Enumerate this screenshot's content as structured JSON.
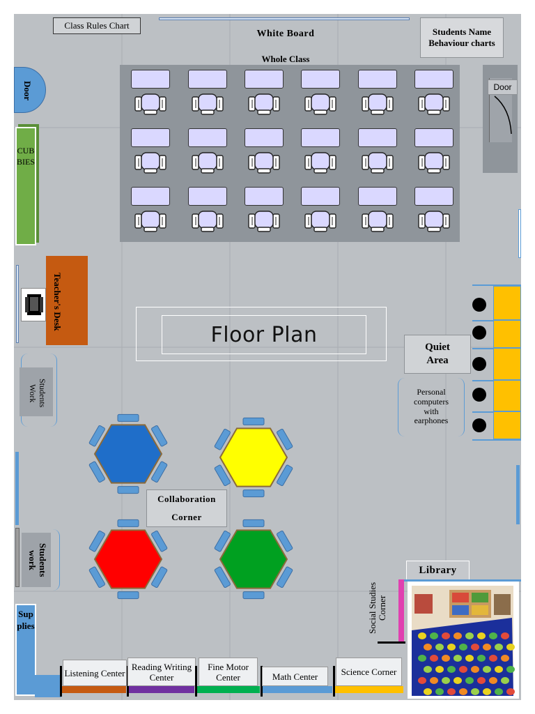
{
  "labels": {
    "class_rules_chart": "Class Rules Chart",
    "white_board": "White Board",
    "whole_class": "Whole Class",
    "students_name_chart": "Students Name Behaviour charts",
    "door_left": "Door",
    "door_right": "Door",
    "cubbies": "CUBBIES",
    "teachers_desk": "Teacher's Desk",
    "floor_plan": "Floor Plan",
    "quiet_area": "Quiet Area",
    "personal_computers": "Personal computers with earphones",
    "students_work_1": "Students Work",
    "students_work_2": "Students work",
    "collaboration_corner_1": "Collaboration",
    "collaboration_corner_2": "Corner",
    "library": "Library",
    "social_studies_corner": "Social Studies Corner",
    "supplies": "Supplies"
  },
  "centers": [
    {
      "label": "Listening Center",
      "color": "#c55a11"
    },
    {
      "label": "Reading Writing Center",
      "color": "#7030a0"
    },
    {
      "label": "Fine Motor Center",
      "color": "#00b050"
    },
    {
      "label": "Math Center",
      "color": "#5b9bd5"
    },
    {
      "label": "Science Corner",
      "color": "#ffc000"
    }
  ],
  "colors": {
    "floor": "#bcc0c4",
    "desk_fill": "#dad8ff",
    "cubbies": "#70ad47",
    "teachers_desk": "#c55a11",
    "door": "#5b9bd5",
    "quiet_strip": "#ffc000",
    "table_blue": "#1f6ec9",
    "table_yellow": "#ffff00",
    "table_red": "#ff0000",
    "table_green": "#00a020",
    "social_studies_bar": "#e040b0"
  },
  "icons": {
    "chair": "office-chair-icon",
    "teacher_chair": "armchair-icon",
    "library_rug": "library-rug-photo"
  }
}
